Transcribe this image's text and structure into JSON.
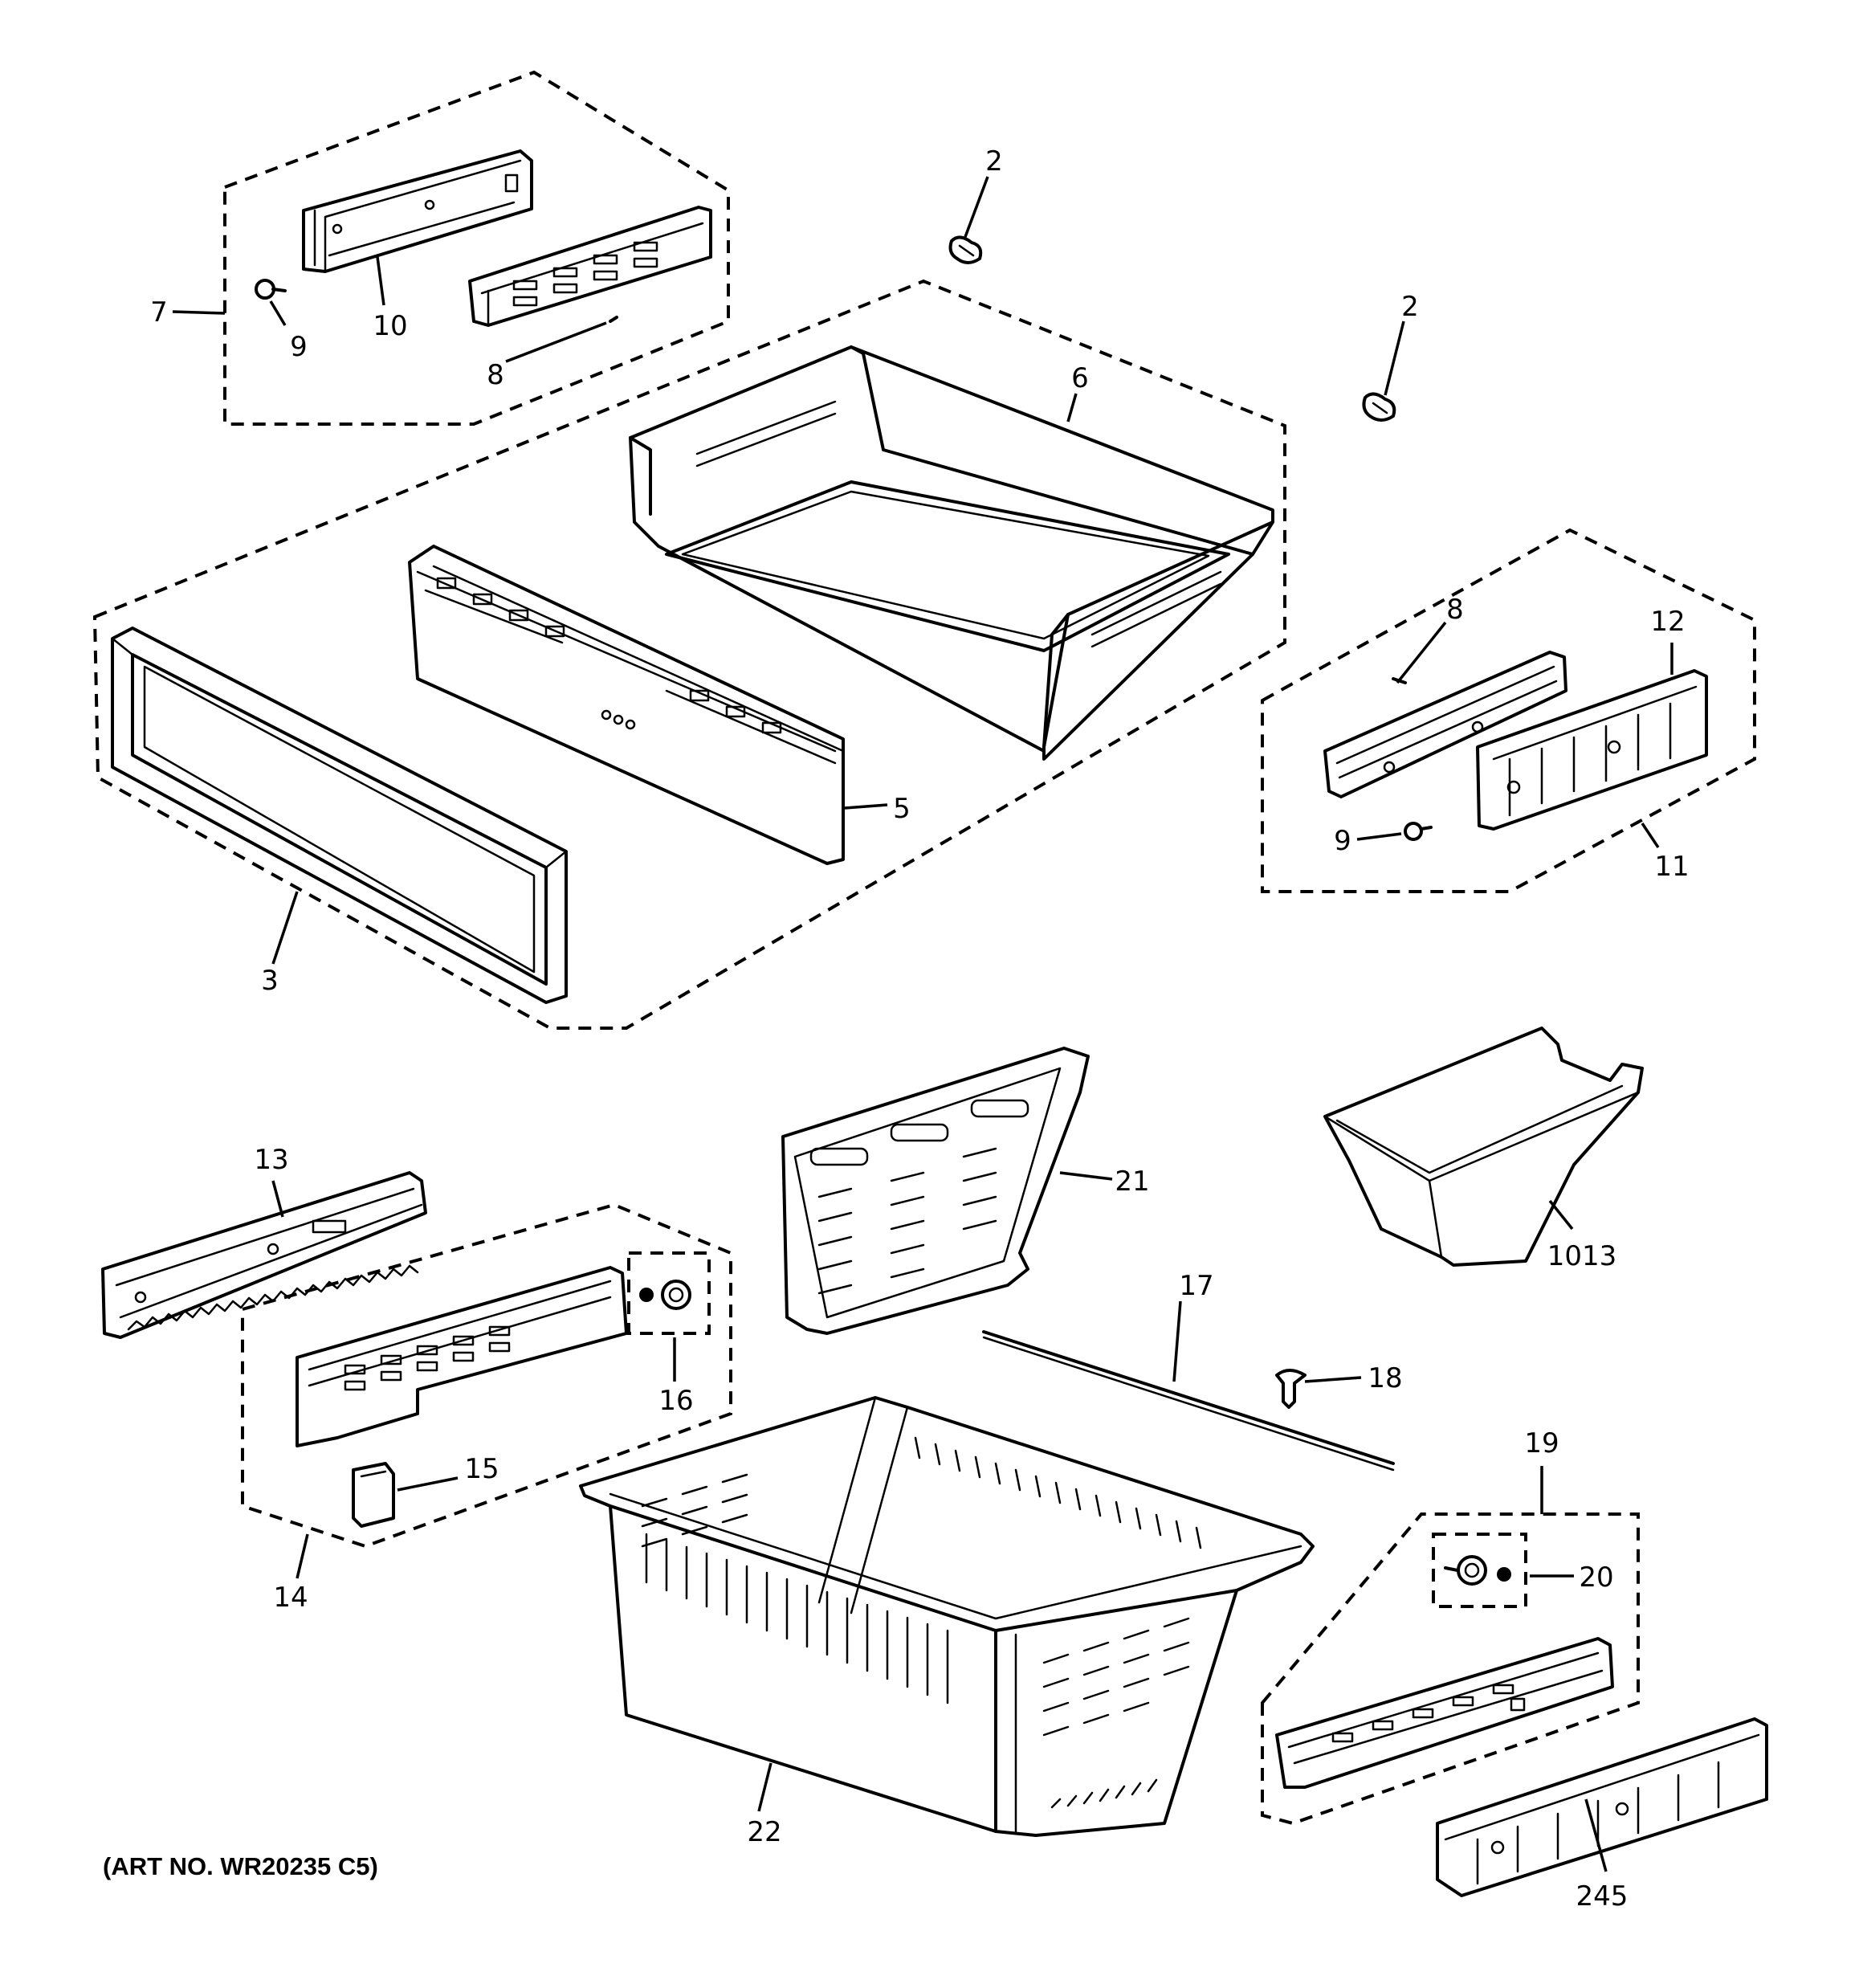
{
  "art_note": "(ART NO. WR20235 C5)",
  "callouts": {
    "c2a": "2",
    "c2b": "2",
    "c3": "3",
    "c5": "5",
    "c6": "6",
    "c7": "7",
    "c8a": "8",
    "c8b": "8",
    "c9a": "9",
    "c9b": "9",
    "c10": "10",
    "c11": "11",
    "c12": "12",
    "c13": "13",
    "c14": "14",
    "c15": "15",
    "c16": "16",
    "c17": "17",
    "c18": "18",
    "c19": "19",
    "c20": "20",
    "c21": "21",
    "c22": "22",
    "c1013": "1013",
    "c245": "245"
  }
}
